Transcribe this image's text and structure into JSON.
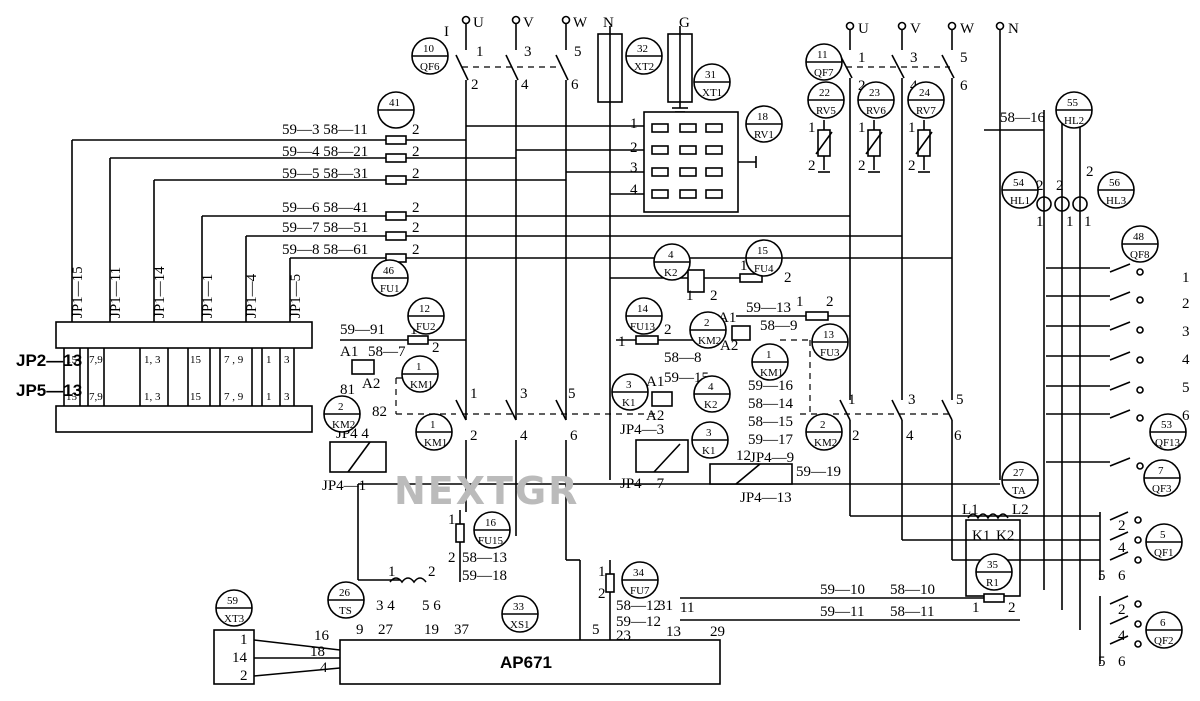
{
  "terminals": {
    "u1": "U",
    "v1": "V",
    "w1": "W",
    "n1": "N",
    "g1": "G",
    "u2": "U",
    "v2": "V",
    "w2": "W",
    "n2": "N"
  },
  "section_label": "I",
  "circles": [
    {
      "num": "10",
      "tag": "QF6"
    },
    {
      "num": "32",
      "tag": "XT2"
    },
    {
      "num": "31",
      "tag": "XT1"
    },
    {
      "num": "18",
      "tag": "RV1"
    },
    {
      "num": "11",
      "tag": "QF7"
    },
    {
      "num": "22",
      "tag": "RV5"
    },
    {
      "num": "23",
      "tag": "RV6"
    },
    {
      "num": "24",
      "tag": "RV7"
    },
    {
      "num": "55",
      "tag": "HL2"
    },
    {
      "num": "54",
      "tag": "HL1"
    },
    {
      "num": "56",
      "tag": "HL3"
    },
    {
      "num": "48",
      "tag": "QF8"
    },
    {
      "num": "41",
      "tag": ""
    },
    {
      "num": "46",
      "tag": "FU1"
    },
    {
      "num": "12",
      "tag": "FU2"
    },
    {
      "num": "1",
      "tag": "KM1"
    },
    {
      "num": "2",
      "tag": "KM2"
    },
    {
      "num": "1",
      "tag": "KM1"
    },
    {
      "num": "4",
      "tag": "K2"
    },
    {
      "num": "15",
      "tag": "FU4"
    },
    {
      "num": "14",
      "tag": "FU13"
    },
    {
      "num": "2",
      "tag": "KM2"
    },
    {
      "num": "13",
      "tag": "FU3"
    },
    {
      "num": "1",
      "tag": "KM1"
    },
    {
      "num": "3",
      "tag": "K1"
    },
    {
      "num": "4",
      "tag": "K2"
    },
    {
      "num": "3",
      "tag": "K1"
    },
    {
      "num": "2",
      "tag": "KM2"
    },
    {
      "num": "53",
      "tag": "QF13"
    },
    {
      "num": "7",
      "tag": "QF3"
    },
    {
      "num": "27",
      "tag": "TA"
    },
    {
      "num": "16",
      "tag": "FU15"
    },
    {
      "num": "5",
      "tag": "QF1"
    },
    {
      "num": "35",
      "tag": "R1"
    },
    {
      "num": "34",
      "tag": "FU7"
    },
    {
      "num": "6",
      "tag": "QF2"
    },
    {
      "num": "59",
      "tag": "XT3"
    },
    {
      "num": "26",
      "tag": "TS"
    },
    {
      "num": "33",
      "tag": "XS1"
    }
  ],
  "wire_labels": {
    "r1": "59—3  58—11",
    "r2": "59—4  58—21",
    "r3": "59—5  58—31",
    "r4": "59—6  58—41",
    "r5": "59—7  58—51",
    "r6": "59—8  58—61",
    "w5916": "58—16",
    "w5991": "59—91",
    "w587": "58—7",
    "w5913": "59—13",
    "w589": "58—9",
    "w588": "58—8",
    "w5915": "59—15",
    "w5916b": "59—16",
    "w5814": "58—14",
    "w5815": "58—15",
    "w5917": "59—17",
    "w5919": "59—19",
    "w5813": "58—13",
    "w5918": "59—18",
    "w5812a": "58—12",
    "w5912": "59—12",
    "w5910": "59—10",
    "w5810": "58—10",
    "w5911": "59—11",
    "w5811": "58—11"
  },
  "jp_labels": {
    "top": [
      "JP1—15",
      "JP1—11",
      "JP1—14",
      "JP1—1",
      "JP1—4",
      "JP1—5"
    ],
    "left_top": "JP2—13",
    "left_bot": "JP5—13",
    "jp44": "JP4 4",
    "jp41": "JP4—1",
    "jp43": "JP4—3",
    "jp47": "JP4—7",
    "jp49": "JP4—9",
    "jp413": "JP4—13"
  },
  "block_terms": [
    "15",
    "7,9",
    "1, 3",
    "15",
    "7 , 9",
    "1",
    "3"
  ],
  "main_block": "AP671",
  "watermark": "NEXTGR",
  "qf_right_numbers": [
    "1",
    "2",
    "3",
    "4",
    "5",
    "6"
  ]
}
